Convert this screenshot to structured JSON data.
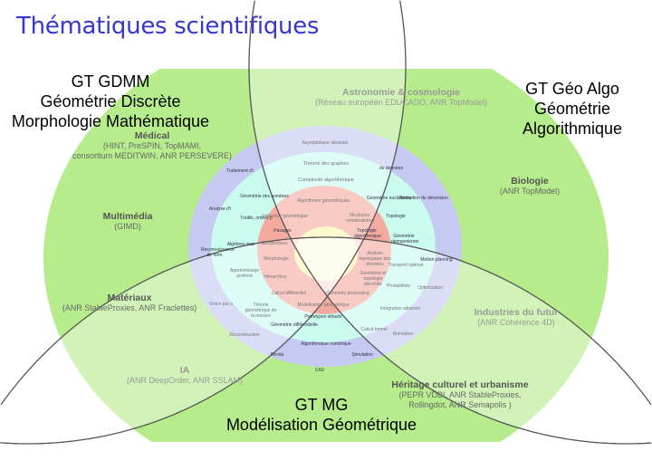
{
  "title": "Thématiques scientifiques",
  "groups": {
    "gdmm": [
      "GT GDMM",
      "Géométrie Discrète",
      "Morphologie Mathématique"
    ],
    "geoalgo": [
      "GT Géo Algo",
      "Géométrie",
      "Algorithmique"
    ],
    "mg": [
      "GT MG",
      "Modélisation Géométrique"
    ]
  },
  "applications": {
    "medical": {
      "title": "Médical",
      "lines": [
        "(HINT, PreSPIN, TopMAMI,",
        "consortium MEDITWIN, ANR PERSEVERE)"
      ]
    },
    "astro": {
      "title": "Astronomie & cosmologie",
      "lines": [
        "(Réseau européen EDUCADO, ANR TopModel)"
      ]
    },
    "biologie": {
      "title": "Biologie",
      "lines": [
        "(ANR TopModel)"
      ]
    },
    "multimedia": {
      "title": "Multimédia",
      "lines": [
        "(GIMD)"
      ]
    },
    "materiaux": {
      "title": "Matériaux",
      "lines": [
        "(ANR StableProxies, ANR Fraclettes)"
      ]
    },
    "industries": {
      "title": "Industries du futur",
      "lines": [
        "(ANR Cohérence 4D)"
      ]
    },
    "ia": {
      "title": "IA",
      "lines": [
        "(ANR DeepOrder, ANR SSLAM)"
      ]
    },
    "heritage": {
      "title": "Héritage culturel et urbanisme",
      "lines": [
        "(PEPR VDBI, ANR StableProxies,",
        "Rollingdot, ANR Semapolis )"
      ]
    }
  },
  "ring_labels": [
    "Asymptotique aléatoire",
    "Traitement d'i",
    "de données",
    "Analyse d'i",
    "Réduction de dimension",
    "Reconnaissance de form",
    "Motion planning",
    "Vision par o",
    "Optimisation",
    "Reconstruction",
    "Animation",
    "Rendu",
    "Simulation",
    "CAD",
    "Théorie des graphes",
    "Complexité algorithmique",
    "Géométrie des nombres",
    "Géométrie euclidienne",
    "Treillis, ordres p",
    "Topologie",
    "Algèbres max",
    "Géométrie riemannienne",
    "Apprentissage profond",
    "Transport optimal",
    "Probabilités",
    "Théorie géométrique de la mesure",
    "Intégration aléatoire",
    "Géométrie différentielle",
    "Calcul formel",
    "Algorithmique numérique",
    "Algorithmes géométriques",
    "Inférence géométrique",
    "Structures combinatoires",
    "Pavages",
    "Topologie algorithmique",
    "Géodésiques",
    "Morphologie",
    "Analyse topologique des données",
    "Hiérarchies",
    "Géométrie et topologie discrètes",
    "Calcul différentiel",
    "Geometry processing",
    "Modélisation géométrique",
    "Prototypes virtuels"
  ],
  "colors": {
    "title": "#3636d0",
    "green": "#b6ec8c",
    "lavender": "#c6c9f2",
    "cyan": "#c9fbef",
    "salmon": "#f5aaa0",
    "yellow": "#fdf5b2"
  }
}
